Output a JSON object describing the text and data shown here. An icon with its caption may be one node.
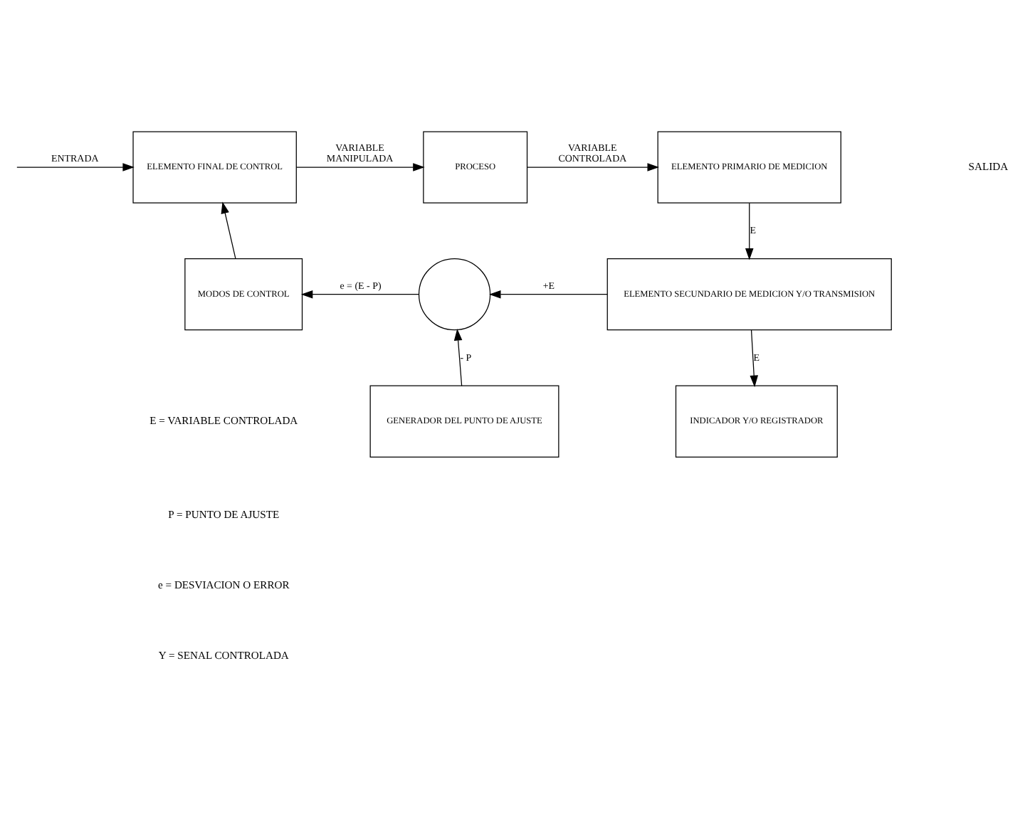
{
  "diagram": {
    "nodes": [
      {
        "text": [
          "ELEMENTO FINAL DE CONTROL"
        ]
      },
      {
        "text": [
          "PROCESO"
        ]
      },
      {
        "text": [
          "ELEMENTO PRIMARIO DE MEDICION"
        ]
      },
      {
        "text": [
          "MODOS DE CONTROL"
        ]
      },
      {
        "text": [],
        "shape": "circle"
      },
      {
        "text": [
          "ELEMENTO SECUNDARIO DE MEDICION Y/O TRANSMISION"
        ]
      },
      {
        "text": [
          "GENERADOR DEL PUNTO DE AJUSTE"
        ]
      },
      {
        "text": [
          "INDICADOR Y/O REGISTRADOR"
        ]
      }
    ],
    "edges": [
      {
        "from": null,
        "to": 0,
        "arrow": "to",
        "label": "ENTRADA"
      },
      {
        "from": 0,
        "to": 1,
        "arrow": "to",
        "label": "VARIABLE MANIPULADA"
      },
      {
        "from": 1,
        "to": 2,
        "arrow": "to",
        "label": "VARIABLE CONTROLADA"
      },
      {
        "from": 2,
        "to": 5,
        "arrow": "to",
        "label": "E"
      },
      {
        "from": 5,
        "to": 4,
        "arrow": "to",
        "label": "+E"
      },
      {
        "from": 4,
        "to": 3,
        "arrow": "to",
        "label": "e = (E - P)"
      },
      {
        "from": 6,
        "to": 4,
        "arrow": "to",
        "label": "- P"
      },
      {
        "from": 5,
        "to": 7,
        "arrow": "to",
        "label": "E"
      },
      {
        "from": 3,
        "to": 0,
        "arrow": "to"
      }
    ],
    "labels": [
      "SALIDA",
      "E = VARIABLE CONTROLADA",
      "P = PUNTO DE AJUSTE",
      "e = DESVIACION O ERROR",
      "Y = SENAL CONTROLADA"
    ]
  }
}
